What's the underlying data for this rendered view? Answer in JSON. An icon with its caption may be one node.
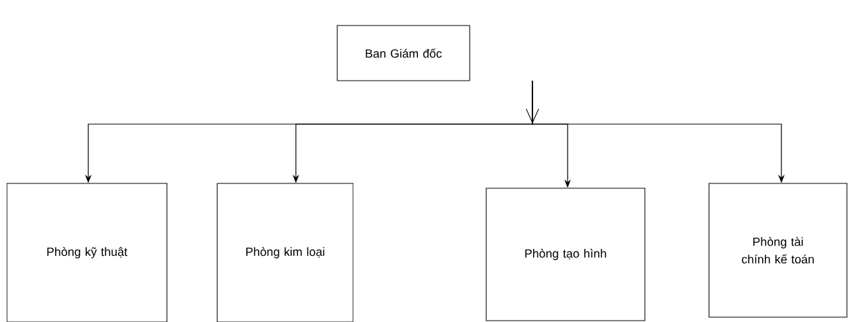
{
  "diagram": {
    "nodes": [
      {
        "text": [
          "Ban Giám đốc"
        ]
      },
      {
        "text": [
          "Phòng kỹ thuật"
        ]
      },
      {
        "text": [
          "Phòng kim loại"
        ]
      },
      {
        "text": [
          "Phòng tạo hình"
        ]
      },
      {
        "text": [
          "Phòng tài chính kế toán"
        ]
      }
    ],
    "edges": [
      {
        "from": null,
        "to": 1,
        "arrow": "to"
      },
      {
        "from": null,
        "to": 2,
        "arrow": "to"
      },
      {
        "from": null,
        "to": 3,
        "arrow": "to"
      },
      {
        "from": null,
        "to": 4,
        "arrow": "to"
      }
    ]
  }
}
